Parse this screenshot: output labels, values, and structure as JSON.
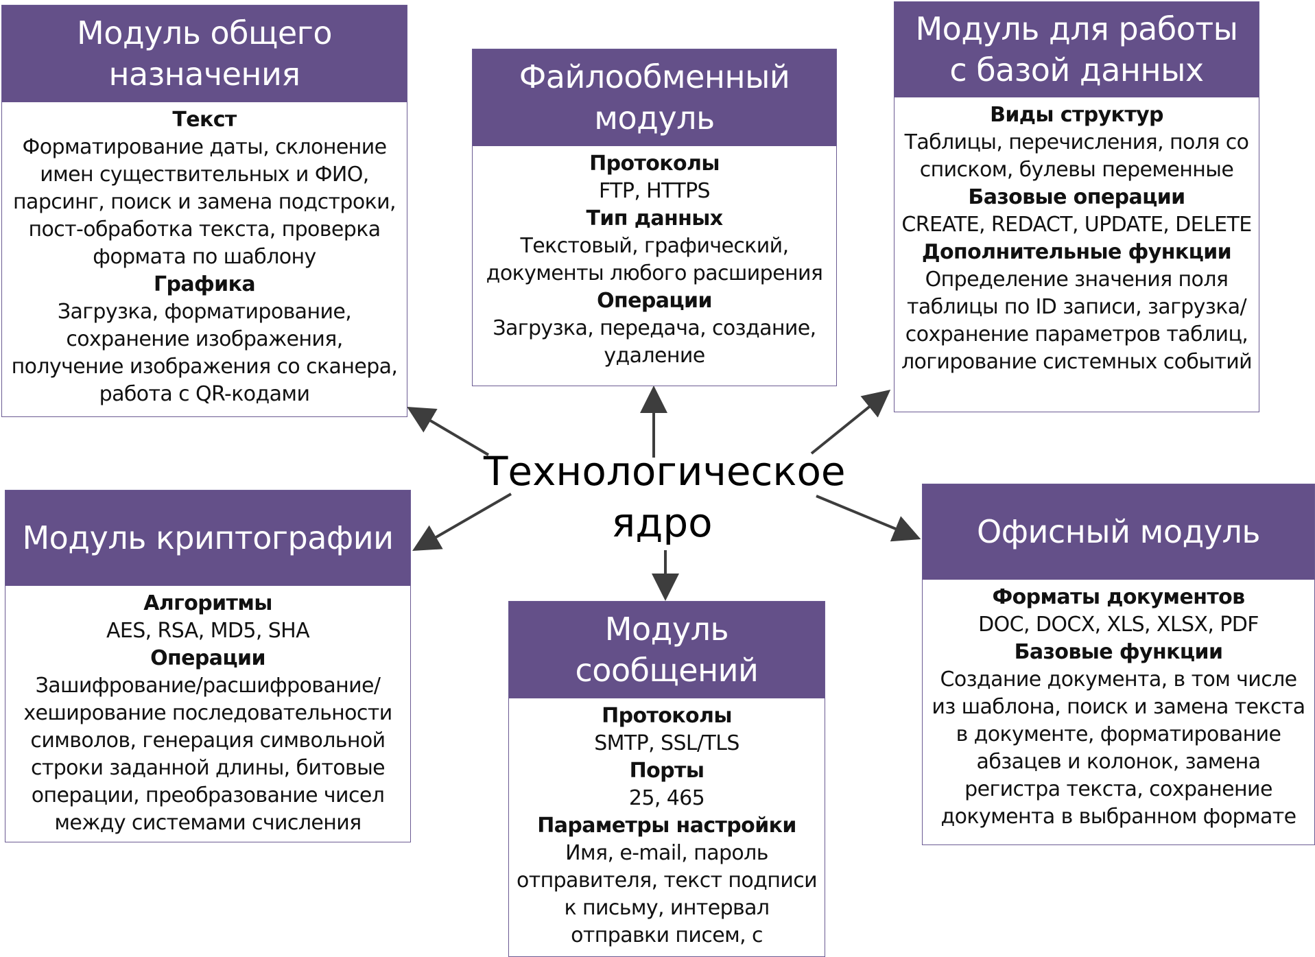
{
  "core": {
    "line1": "Технологическое",
    "line2": "ядро"
  },
  "modules": {
    "general": {
      "title_line1": "Модуль общего",
      "title_line2": "назначения",
      "sections": [
        {
          "title": "Текст",
          "text": "Форматирование даты, склонение имен существительных и ФИО, парсинг, поиск и замена подстроки, пост-обработка текста, проверка формата по шаблону"
        },
        {
          "title": "Графика",
          "text": "Загрузка, форматирование, сохранение изображения, получение изображения со сканера, работа с QR-кодами"
        }
      ]
    },
    "file": {
      "title_line1": "Файлообменный",
      "title_line2": "модуль",
      "sections": [
        {
          "title": "Протоколы",
          "text": "FTP, HTTPS"
        },
        {
          "title": "Тип данных",
          "text": "Текстовый, графический, документы любого расширения"
        },
        {
          "title": "Операции",
          "text": "Загрузка, передача, создание, удаление"
        }
      ]
    },
    "database": {
      "title_line1": "Модуль для работы",
      "title_line2": "с базой данных",
      "sections": [
        {
          "title": "Виды структур",
          "text": "Таблицы, перечисления, поля со списком, булевы переменные"
        },
        {
          "title": "Базовые операции",
          "text": "CREATE, REDACT, UPDATE, DELETE"
        },
        {
          "title": "Дополнительные функции",
          "text": "Определение значения поля таблицы по ID записи, загрузка/ сохранение параметров таблиц, логирование системных событий"
        }
      ]
    },
    "crypto": {
      "title_line1": "Модуль криптографии",
      "sections": [
        {
          "title": "Алгоритмы",
          "text": "AES, RSA, MD5, SHA"
        },
        {
          "title": "Операции",
          "text": "Зашифрование/расшифрование/ хеширование последовательности символов, генерация символьной строки заданной длины, битовые операции, преобразование чисел между системами счисления"
        }
      ]
    },
    "messages": {
      "title_line1": "Модуль",
      "title_line2": "сообщений",
      "sections": [
        {
          "title": "Протоколы",
          "text": "SMTP, SSL/TLS"
        },
        {
          "title": "Порты",
          "text": "25, 465"
        },
        {
          "title": "Параметры настройки",
          "text": "Имя, e-mail, пароль отправителя, текст подписи к письму, интервал отправки писем, с"
        }
      ]
    },
    "office": {
      "title_line1": "Офисный модуль",
      "sections": [
        {
          "title": "Форматы документов",
          "text": "DOC, DOCX, XLS, XLSX, PDF"
        },
        {
          "title": "Базовые функции",
          "text": "Создание документа, в том числе из шаблона, поиск и замена текста в документе, форматирование абзацев и колонок, замена регистра текста, сохранение документа в выбранном формате"
        }
      ]
    }
  }
}
